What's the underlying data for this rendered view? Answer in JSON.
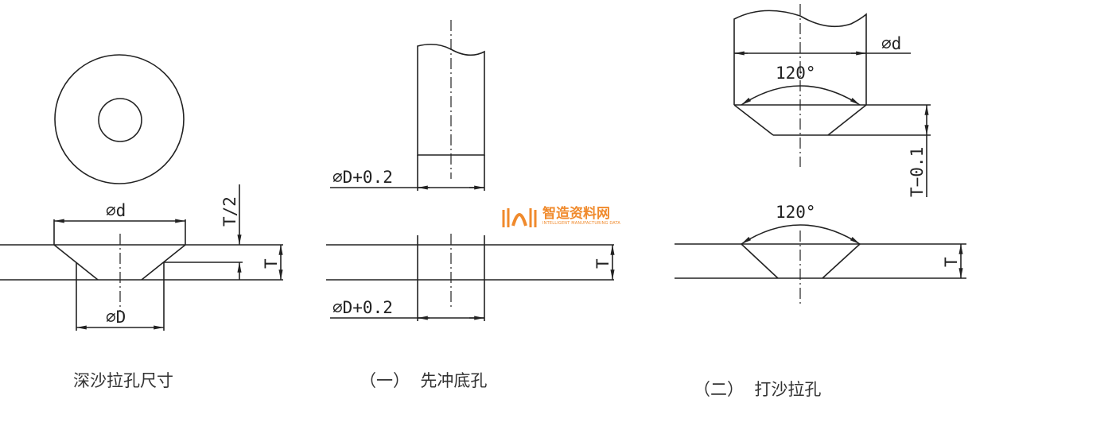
{
  "labels": {
    "phi_d": "⌀d",
    "phi_D": "⌀D",
    "t_half": "T/2",
    "t": "T",
    "phi_D_plus": "⌀D+0.2",
    "angle": "120°",
    "t_minus": "T−0.1"
  },
  "captions": {
    "left": "深沙拉孔尺寸",
    "middle": "（一）  先冲底孔",
    "right": "（二）  打沙拉孔"
  },
  "watermark": {
    "name": "智造资料网",
    "subtitle": "INTELLIGENT MANUFACTURING DATA",
    "color": "#f08a2c"
  }
}
